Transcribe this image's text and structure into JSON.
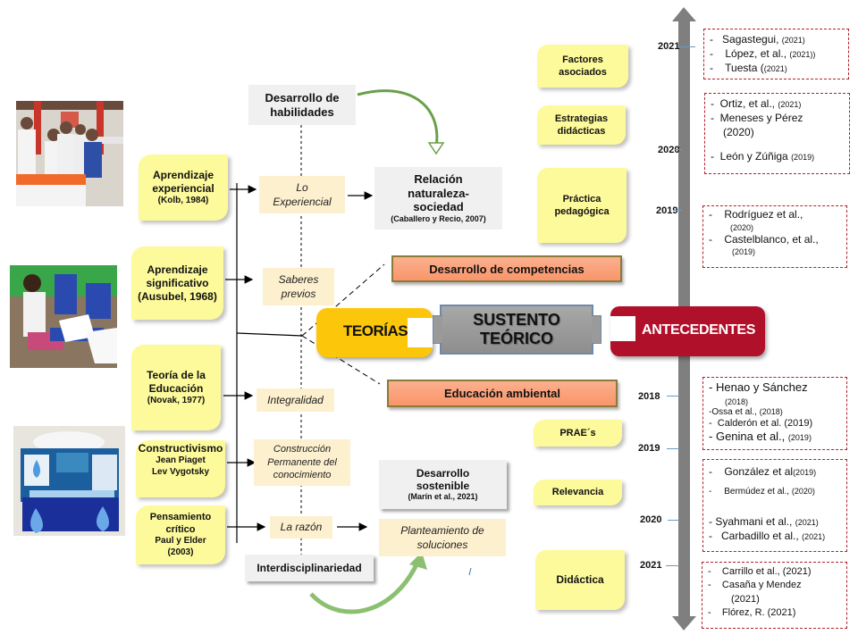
{
  "photos": [
    {
      "name": "students-lab-photo",
      "caption": "Students in lab coats and masks"
    },
    {
      "name": "student-reading-photo",
      "caption": "Student reading at desk"
    },
    {
      "name": "water-exhibit-photo",
      "caption": "Water exhibition stand"
    }
  ],
  "theories": [
    {
      "title": "Aprendizaje experiencial",
      "cite": "(Kolb, 1984)"
    },
    {
      "title": "Aprendizaje significativo",
      "cite": "(Ausubel, 1968)"
    },
    {
      "title": "Teoría de la Educación",
      "cite": "(Novak, 1977)"
    },
    {
      "title": "Constructivismo",
      "line2": "Jean Piaget",
      "line3": "Lev Vygotsky"
    },
    {
      "title": "Pensamiento crítico",
      "line2": "Paul y Elder",
      "line3": "(2003)"
    }
  ],
  "concepts": [
    "Lo Experiencial",
    "Saberes previos",
    "Integralidad",
    "Construcción Permanente del conocimiento",
    "La razón",
    "Planteamiento de soluciones"
  ],
  "grey_boxes": {
    "habilidades": "Desarrollo de habilidades",
    "relacion_title": "Relación naturaleza-sociedad",
    "relacion_cite": "(Caballero y Recio, 2007)",
    "sostenible_title": "Desarrollo sostenible",
    "sostenible_cite": "(Marín et al., 2021)",
    "interdisciplinariedad": "Interdisciplinariedad"
  },
  "center": {
    "teorias": "TEORÍAS",
    "sustento": "SUSTENTO TEÓRICO",
    "antecedentes": "ANTECEDENTES",
    "competencias": "Desarrollo de competencias",
    "ambiental": "Educación ambiental"
  },
  "colors": {
    "teorias": "#fcc60a",
    "antecedentes": "#b0102a",
    "sustento": "#9a9a9a",
    "theory_box": "#fdfa9b",
    "concept_box": "#fdf0cf",
    "timeline": "#7f7f7f"
  },
  "topics_top": [
    "Factores asociados",
    "Estrategias didácticas",
    "Práctica pedagógica"
  ],
  "topics_bottom": [
    "PRAE´s",
    "Relevancia",
    "Didáctica"
  ],
  "timeline_top_years": [
    "2021",
    "2020",
    "2019"
  ],
  "timeline_bottom_years": [
    "2018",
    "2019",
    "2020",
    "2021"
  ],
  "refs_top": [
    [
      {
        "dash": "-",
        "name": "Sagastegui, ",
        "year": "(2021)"
      },
      {
        "dash": "-",
        "name": " López, et al., ",
        "year": "(2021))"
      },
      {
        "dash": "-",
        "name": " Tuesta (",
        "year": "(2021)"
      }
    ],
    [
      {
        "dash": "-",
        "name": "Ortiz, et al., ",
        "year": " (2021)"
      },
      {
        "dash": "-",
        "name": "Meneses y  Pérez",
        "year": ""
      },
      {
        "dash": "",
        "name": "  (2020)",
        "year": ""
      },
      {
        "dash": "-",
        "name": "León y Zúñiga ",
        "year": "(2019)"
      }
    ],
    [
      {
        "dash": "-",
        "name": "Rodríguez et al.,",
        "year": "(2020)"
      },
      {
        "dash": "-",
        "name": "Castelblanco, et al.,",
        "year": "(2019)"
      }
    ]
  ],
  "refs_bottom": [
    [
      {
        "dash": "-",
        "name": "Henao y Sánchez",
        "year": "(2018)"
      },
      {
        "dash": "-",
        "name": "Ossa et al., ",
        "year": "(2018)"
      },
      {
        "dash": "-",
        "name": " Calderón et al. (2019)",
        "year": ""
      },
      {
        "dash": "-",
        "name": "Genina et al., ",
        "year": "(2019)"
      }
    ],
    [
      {
        "dash": "-",
        "name": "González et al",
        "year": "(2019)"
      },
      {
        "dash": "-",
        "name": "Bermúdez et al., ",
        "year": "(2020)"
      },
      {
        "dash": "-",
        "name": "Syahmani et al., ",
        "year": "(2021)"
      },
      {
        "dash": "-",
        "name": " Carbadillo et al., ",
        "year": "(2021)"
      }
    ],
    [
      {
        "dash": "-",
        "name": "Carrillo et al., (2021)",
        "year": ""
      },
      {
        "dash": "-",
        "name": "Casaña y Mendez",
        "year": ""
      },
      {
        "dash": "",
        "name": "(2021)",
        "year": ""
      },
      {
        "dash": "-",
        "name": "Flórez, R. (2021)",
        "year": ""
      }
    ]
  ]
}
